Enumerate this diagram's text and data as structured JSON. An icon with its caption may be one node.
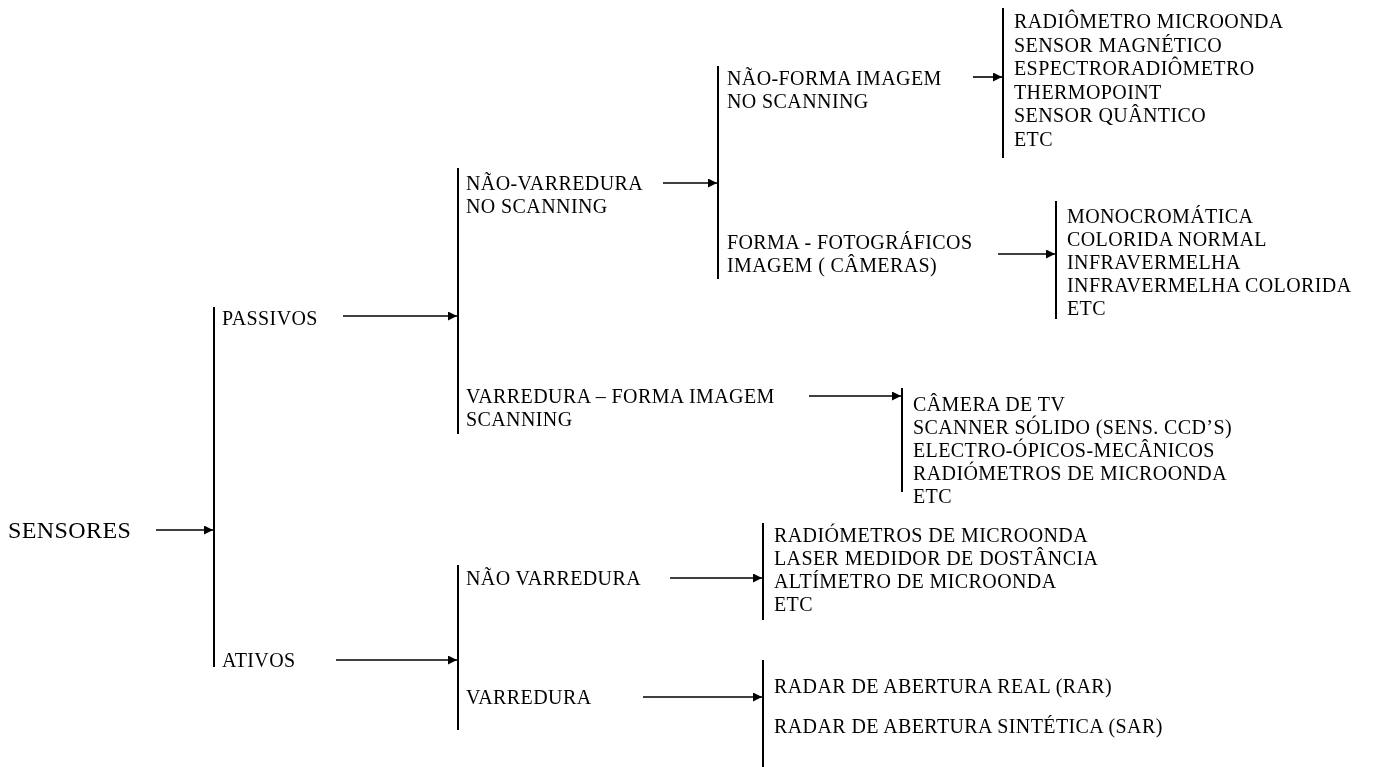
{
  "diagram": {
    "nodes": [
      {
        "text": [
          "SENSORES"
        ]
      },
      {
        "text": [],
        "shape": "bar"
      },
      {
        "text": [
          "PASSIVOS"
        ],
        "in": 1
      },
      {
        "text": [
          "ATIVOS"
        ],
        "in": 1
      },
      {
        "text": [],
        "shape": "bar"
      },
      {
        "text": [
          "NÃO-VARREDURA NO SCANNING"
        ],
        "in": 4
      },
      {
        "text": [
          "VARREDURA – FORMA IMAGEM SCANNING"
        ],
        "in": 4
      },
      {
        "text": [],
        "shape": "bar"
      },
      {
        "text": [
          "NÃO-FORMA IMAGEM NO SCANNING"
        ],
        "in": 7
      },
      {
        "text": [
          "FORMA - FOTOGRÁFICOS IMAGEM ( CÂMERAS)"
        ],
        "in": 7
      },
      {
        "text": [
          "RADIÔMETRO MICROONDA",
          "SENSOR MAGNÉTICO",
          "ESPECTRORADIÔMETRO",
          "THERMOPOINT",
          "SENSOR QUÂNTICO",
          "ETC"
        ]
      },
      {
        "text": [
          "MONOCROMÁTICA",
          "COLORIDA NORMAL",
          "INFRAVERMELHA",
          "INFRAVERMELHA COLORIDA",
          "ETC"
        ]
      },
      {
        "text": [
          "CÂMERA DE TV",
          "SCANNER SÓLIDO (SENS. CCD’S)",
          "ELECTRO-ÓPICOS-MECÂNICOS",
          "RADIÓMETROS DE MICROONDA",
          "ETC"
        ]
      },
      {
        "text": [],
        "shape": "bar"
      },
      {
        "text": [
          "NÃO VARREDURA"
        ],
        "in": 13
      },
      {
        "text": [
          "VARREDURA"
        ],
        "in": 13
      },
      {
        "text": [
          "RADIÓMETROS DE MICROONDA",
          "LASER MEDIDOR DE DOSTÂNCIA",
          "ALTÍMETRO DE MICROONDA",
          "ETC"
        ]
      },
      {
        "text": [
          "RADAR DE ABERTURA REAL (RAR)",
          "RADAR DE ABERTURA SINTÉTICA (SAR)"
        ]
      }
    ],
    "edges": [
      {
        "from": 0,
        "to": 1,
        "arrow": "to"
      },
      {
        "from": 2,
        "to": 4,
        "arrow": "to"
      },
      {
        "from": 3,
        "to": 13,
        "arrow": "to"
      },
      {
        "from": 5,
        "to": 7,
        "arrow": "to"
      },
      {
        "from": 8,
        "to": 10,
        "arrow": "to"
      },
      {
        "from": 9,
        "to": 11,
        "arrow": "to"
      },
      {
        "from": 6,
        "to": 12,
        "arrow": "to"
      },
      {
        "from": 14,
        "to": 16,
        "arrow": "to"
      },
      {
        "from": 15,
        "to": 17,
        "arrow": "to"
      }
    ]
  }
}
